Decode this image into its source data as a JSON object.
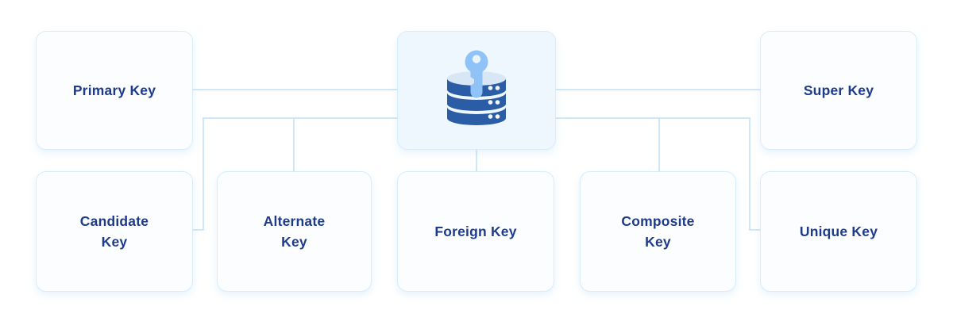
{
  "diagram": {
    "description": "Types of keys in database diagram",
    "center_node": {
      "icon": "database-key-icon"
    },
    "nodes": {
      "primary": {
        "label": "Primary Key"
      },
      "super": {
        "label": "Super Key"
      },
      "candidate": {
        "label": "Candidate Key"
      },
      "alternate": {
        "label": "Alternate Key"
      },
      "foreign": {
        "label": "Foreign Key"
      },
      "composite": {
        "label": "Composite Key"
      },
      "unique": {
        "label": "Unique Key"
      }
    },
    "colors": {
      "node_border": "#d8edfb",
      "node_fill": "#fbfdff",
      "center_node_fill": "#eef7fd",
      "connector_line": "#cfe8f9",
      "label_text": "#1e3a8a",
      "icon_database_blue": "#2b5ca6",
      "icon_key_light_blue": "#8fc2f7",
      "icon_dot_white": "#f3f8fd"
    }
  }
}
